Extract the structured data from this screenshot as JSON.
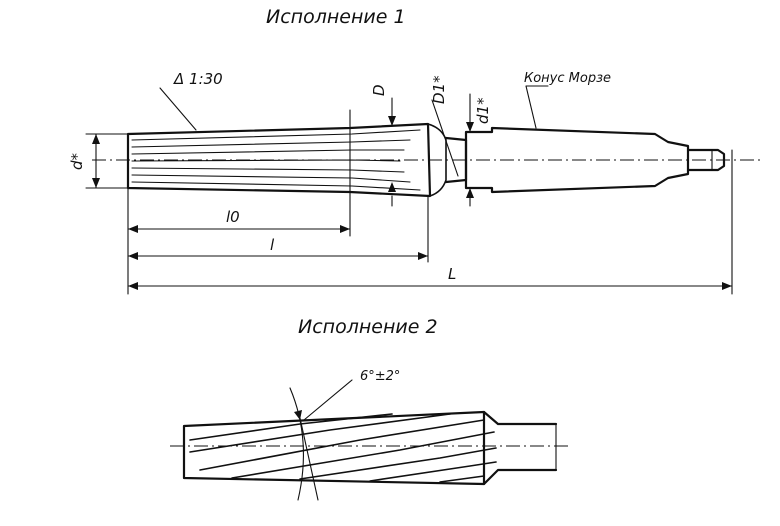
{
  "views": {
    "version1": {
      "title": "Исполнение 1",
      "taper_label": "Δ 1:30",
      "morse_label": "Конус Морзе",
      "dims": {
        "d_star": "d*",
        "D": "D",
        "D1_star": "D1*",
        "d1_star": "d1*",
        "l0": "l0",
        "l": "l",
        "L": "L"
      }
    },
    "version2": {
      "title": "Исполнение 2",
      "angle_label": "6°±2°"
    }
  }
}
